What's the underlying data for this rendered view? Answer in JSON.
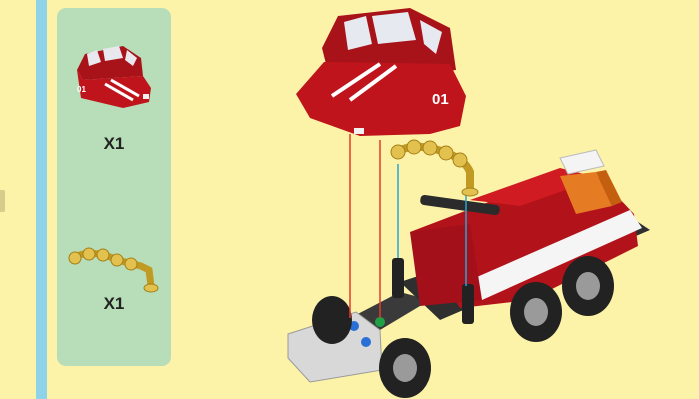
{
  "parts_list": {
    "items": [
      {
        "name": "red-cab-part",
        "quantity_label": "X1",
        "cab_number": "01"
      },
      {
        "name": "gold-ladder-part",
        "quantity_label": "X1"
      }
    ]
  },
  "assembly": {
    "cab_number": "01"
  },
  "colors": {
    "page_background": "#fdf3a8",
    "panel_background": "#b7ddb9",
    "strip": "#8fd3e8",
    "brick_red": "#c0141c",
    "gold": "#d8b33a",
    "guide_red": "#e53b2c",
    "guide_blue": "#2aa3d8"
  }
}
